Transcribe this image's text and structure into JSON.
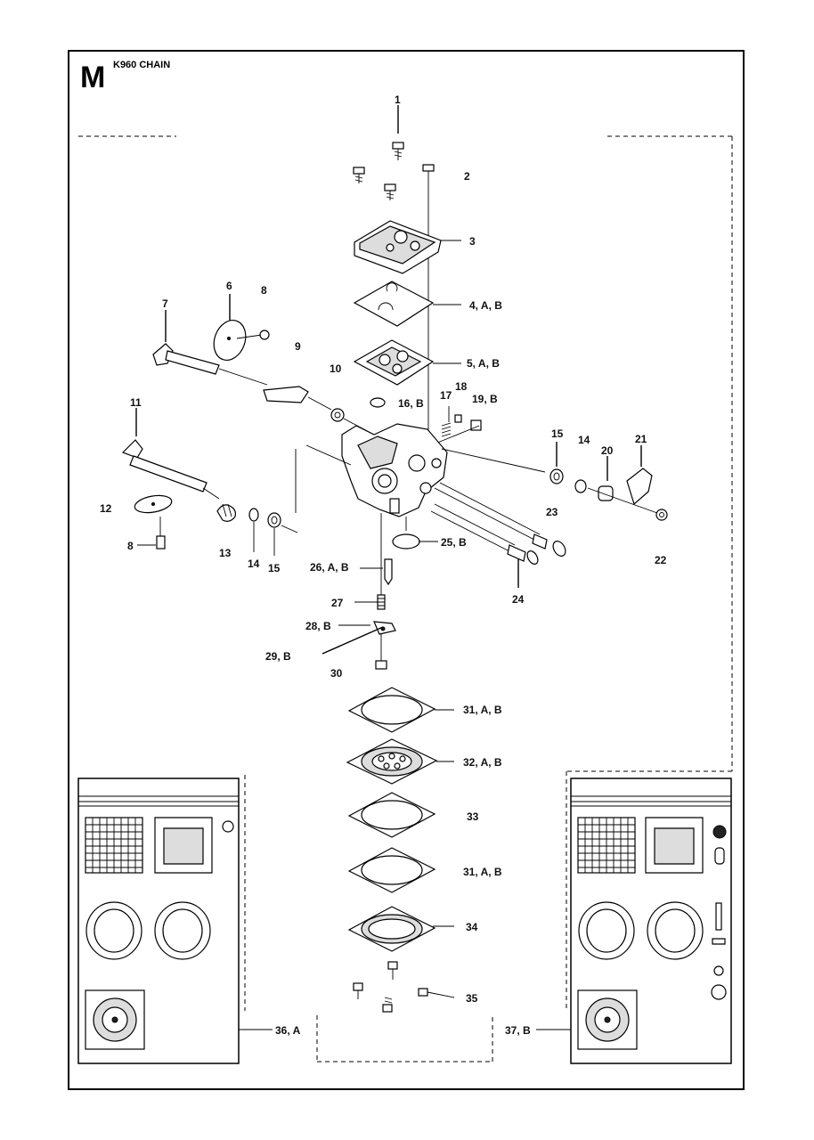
{
  "header": {
    "section_letter": "M",
    "model_title": "K960 CHAIN"
  },
  "callouts": {
    "c1": "1",
    "c2": "2",
    "c3": "3",
    "c4": "4, A, B",
    "c5": "5, A, B",
    "c6": "6",
    "c7": "7",
    "c8a": "8",
    "c8b": "8",
    "c9": "9",
    "c10": "10",
    "c11": "11",
    "c12": "12",
    "c13": "13",
    "c14a": "14",
    "c14b": "14",
    "c15a": "15",
    "c15b": "15",
    "c16": "16, B",
    "c17": "17",
    "c18": "18",
    "c19": "19, B",
    "c20": "20",
    "c21": "21",
    "c22": "22",
    "c23": "23",
    "c24": "24",
    "c25": "25, B",
    "c26": "26, A, B",
    "c27": "27",
    "c28": "28, B",
    "c29": "29, B",
    "c30": "30",
    "c31a": "31, A, B",
    "c32": "32, A, B",
    "c33": "33",
    "c31b": "31, A, B",
    "c34": "34",
    "c35": "35",
    "c36": "36, A",
    "c37": "37, B"
  }
}
